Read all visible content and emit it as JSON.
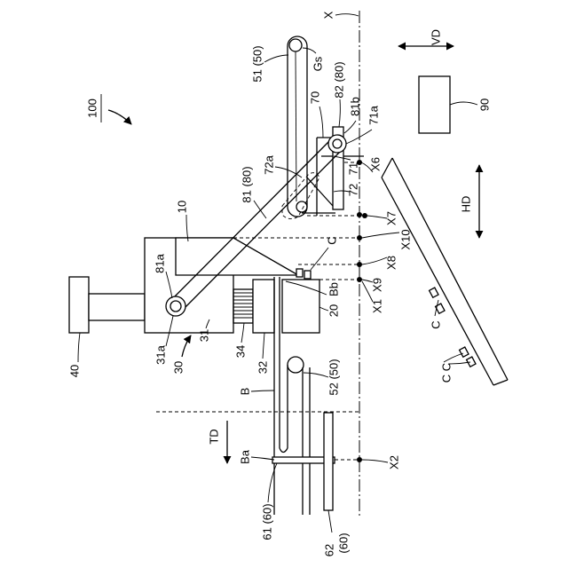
{
  "labels": {
    "x_axis": "X",
    "vd": "VD",
    "hd": "HD",
    "td": "TD",
    "ref_100": "100",
    "ref_90": "90",
    "ref_51": "51 (50)",
    "ref_gs": "Gs",
    "ref_82": "82 (80)",
    "ref_70": "70",
    "ref_81b": "81b",
    "ref_71a": "71a",
    "ref_72a": "72a",
    "ref_71": "71",
    "ref_x6": "X6",
    "ref_81": "81 (80)",
    "ref_72": "72",
    "ref_10": "10",
    "ref_x7": "X7",
    "ref_x10": "X10",
    "ref_x8": "X8",
    "ref_c_top": "C",
    "ref_81a": "81a",
    "ref_x9": "X9",
    "ref_bb": "Bb",
    "ref_x1": "X1",
    "ref_20": "20",
    "ref_c_chute": "C",
    "ref_31a": "31a",
    "ref_30": "30",
    "ref_31": "31",
    "ref_34": "34",
    "ref_32": "32",
    "ref_40": "40",
    "ref_b": "B",
    "ref_52": "52 (50)",
    "ref_cc": "C C",
    "ref_ba": "Ba",
    "ref_x2": "X2",
    "ref_61": "61 (60)",
    "ref_62_num": "62",
    "ref_62_group": "(60)"
  }
}
